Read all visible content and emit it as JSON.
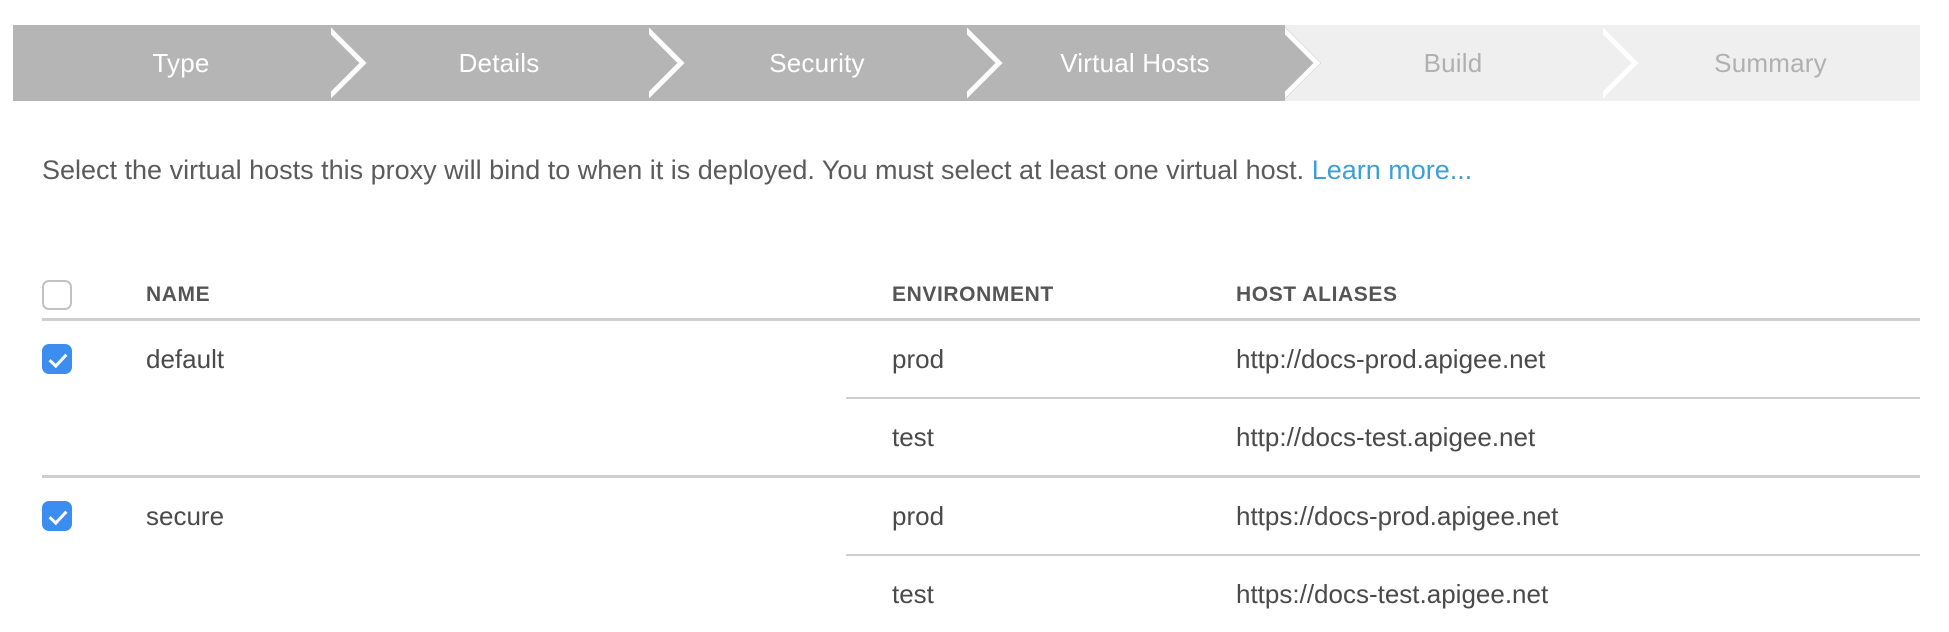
{
  "wizard": {
    "steps": [
      {
        "label": "Type",
        "state": "done"
      },
      {
        "label": "Details",
        "state": "done"
      },
      {
        "label": "Security",
        "state": "done"
      },
      {
        "label": "Virtual Hosts",
        "state": "done"
      },
      {
        "label": "Build",
        "state": "todo"
      },
      {
        "label": "Summary",
        "state": "todo"
      }
    ],
    "colors": {
      "done_bg": "#b5b5b5",
      "done_text": "#ffffff",
      "todo_bg": "#efefef",
      "todo_text": "#b0b0b0"
    }
  },
  "description": {
    "text": "Select the virtual hosts this proxy will bind to when it is deployed. You must select at least one virtual host.",
    "link_label": "Learn more...",
    "link_color": "#3e9fd4"
  },
  "table": {
    "select_all_checked": false,
    "headers": {
      "name": "NAME",
      "environment": "ENVIRONMENT",
      "host_aliases": "HOST ALIASES"
    },
    "accent_color": "#3b8ef0",
    "groups": [
      {
        "name": "default",
        "checked": true,
        "rows": [
          {
            "environment": "prod",
            "host_alias": "http://docs-prod.apigee.net"
          },
          {
            "environment": "test",
            "host_alias": "http://docs-test.apigee.net"
          }
        ]
      },
      {
        "name": "secure",
        "checked": true,
        "rows": [
          {
            "environment": "prod",
            "host_alias": "https://docs-prod.apigee.net"
          },
          {
            "environment": "test",
            "host_alias": "https://docs-test.apigee.net"
          }
        ]
      }
    ]
  }
}
